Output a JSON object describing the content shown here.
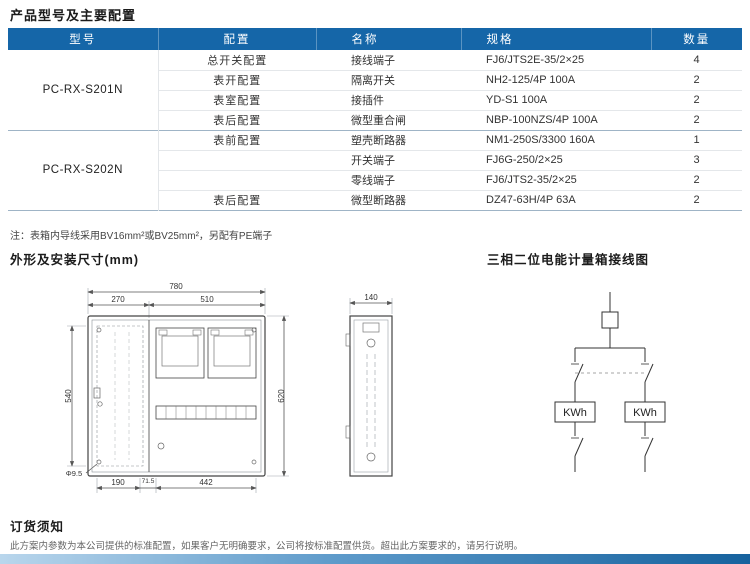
{
  "colors": {
    "table_header_bg": "#1566a8",
    "bottom_bar_start": "#b9d6ec",
    "bottom_bar_end": "#16629e"
  },
  "page": {
    "title": "产品型号及主要配置",
    "note": "注：表箱内导线采用BV16mm²或BV25mm²，另配有PE端子",
    "dimensions_title": "外形及安装尺寸(mm)",
    "wiring_title": "三相二位电能计量箱接线图",
    "order_title": "订货须知",
    "order_text": "此方案内参数为本公司提供的标准配置，如果客户无明确要求，公司将按标准配置供货。超出此方案要求的，请另行说明。"
  },
  "table": {
    "headers": [
      "型号",
      "配置",
      "名称",
      "规格",
      "数量"
    ],
    "groups": [
      {
        "model": "PC-RX-S201N",
        "rows": [
          {
            "config": "总开关配置",
            "name": "接线端子",
            "spec": "FJ6/JTS2E-35/2×25",
            "qty": "4"
          },
          {
            "config": "表开配置",
            "name": "隔离开关",
            "spec": "NH2-125/4P 100A",
            "qty": "2"
          },
          {
            "config": "表室配置",
            "name": "接插件",
            "spec": "YD-S1 100A",
            "qty": "2"
          },
          {
            "config": "表后配置",
            "name": "微型重合闸",
            "spec": "NBP-100NZS/4P 100A",
            "qty": "2"
          }
        ]
      },
      {
        "model": "PC-RX-S202N",
        "rows": [
          {
            "config": "表前配置",
            "name": "塑壳断路器",
            "spec": "NM1-250S/3300  160A",
            "qty": "1"
          },
          {
            "config": "",
            "name": "开关端子",
            "spec": "FJ6G-250/2×25",
            "qty": "3"
          },
          {
            "config": "",
            "name": "零线端子",
            "spec": "FJ6/JTS2-35/2×25",
            "qty": "2"
          },
          {
            "config": "表后配置",
            "name": "微型断路器",
            "spec": "DZ47-63H/4P 63A",
            "qty": "2"
          }
        ]
      }
    ]
  },
  "drawing": {
    "dims": {
      "overall_width": "780",
      "left_width": "270",
      "right_width": "510",
      "door_height": "540",
      "overall_height": "620",
      "bottom_a": "190",
      "bottom_b": "71.5",
      "bottom_c": "442",
      "hole_dia": "Φ9.5",
      "side_depth": "140"
    }
  },
  "wiring": {
    "meter_label_1": "KWh",
    "meter_label_2": "KWh"
  }
}
